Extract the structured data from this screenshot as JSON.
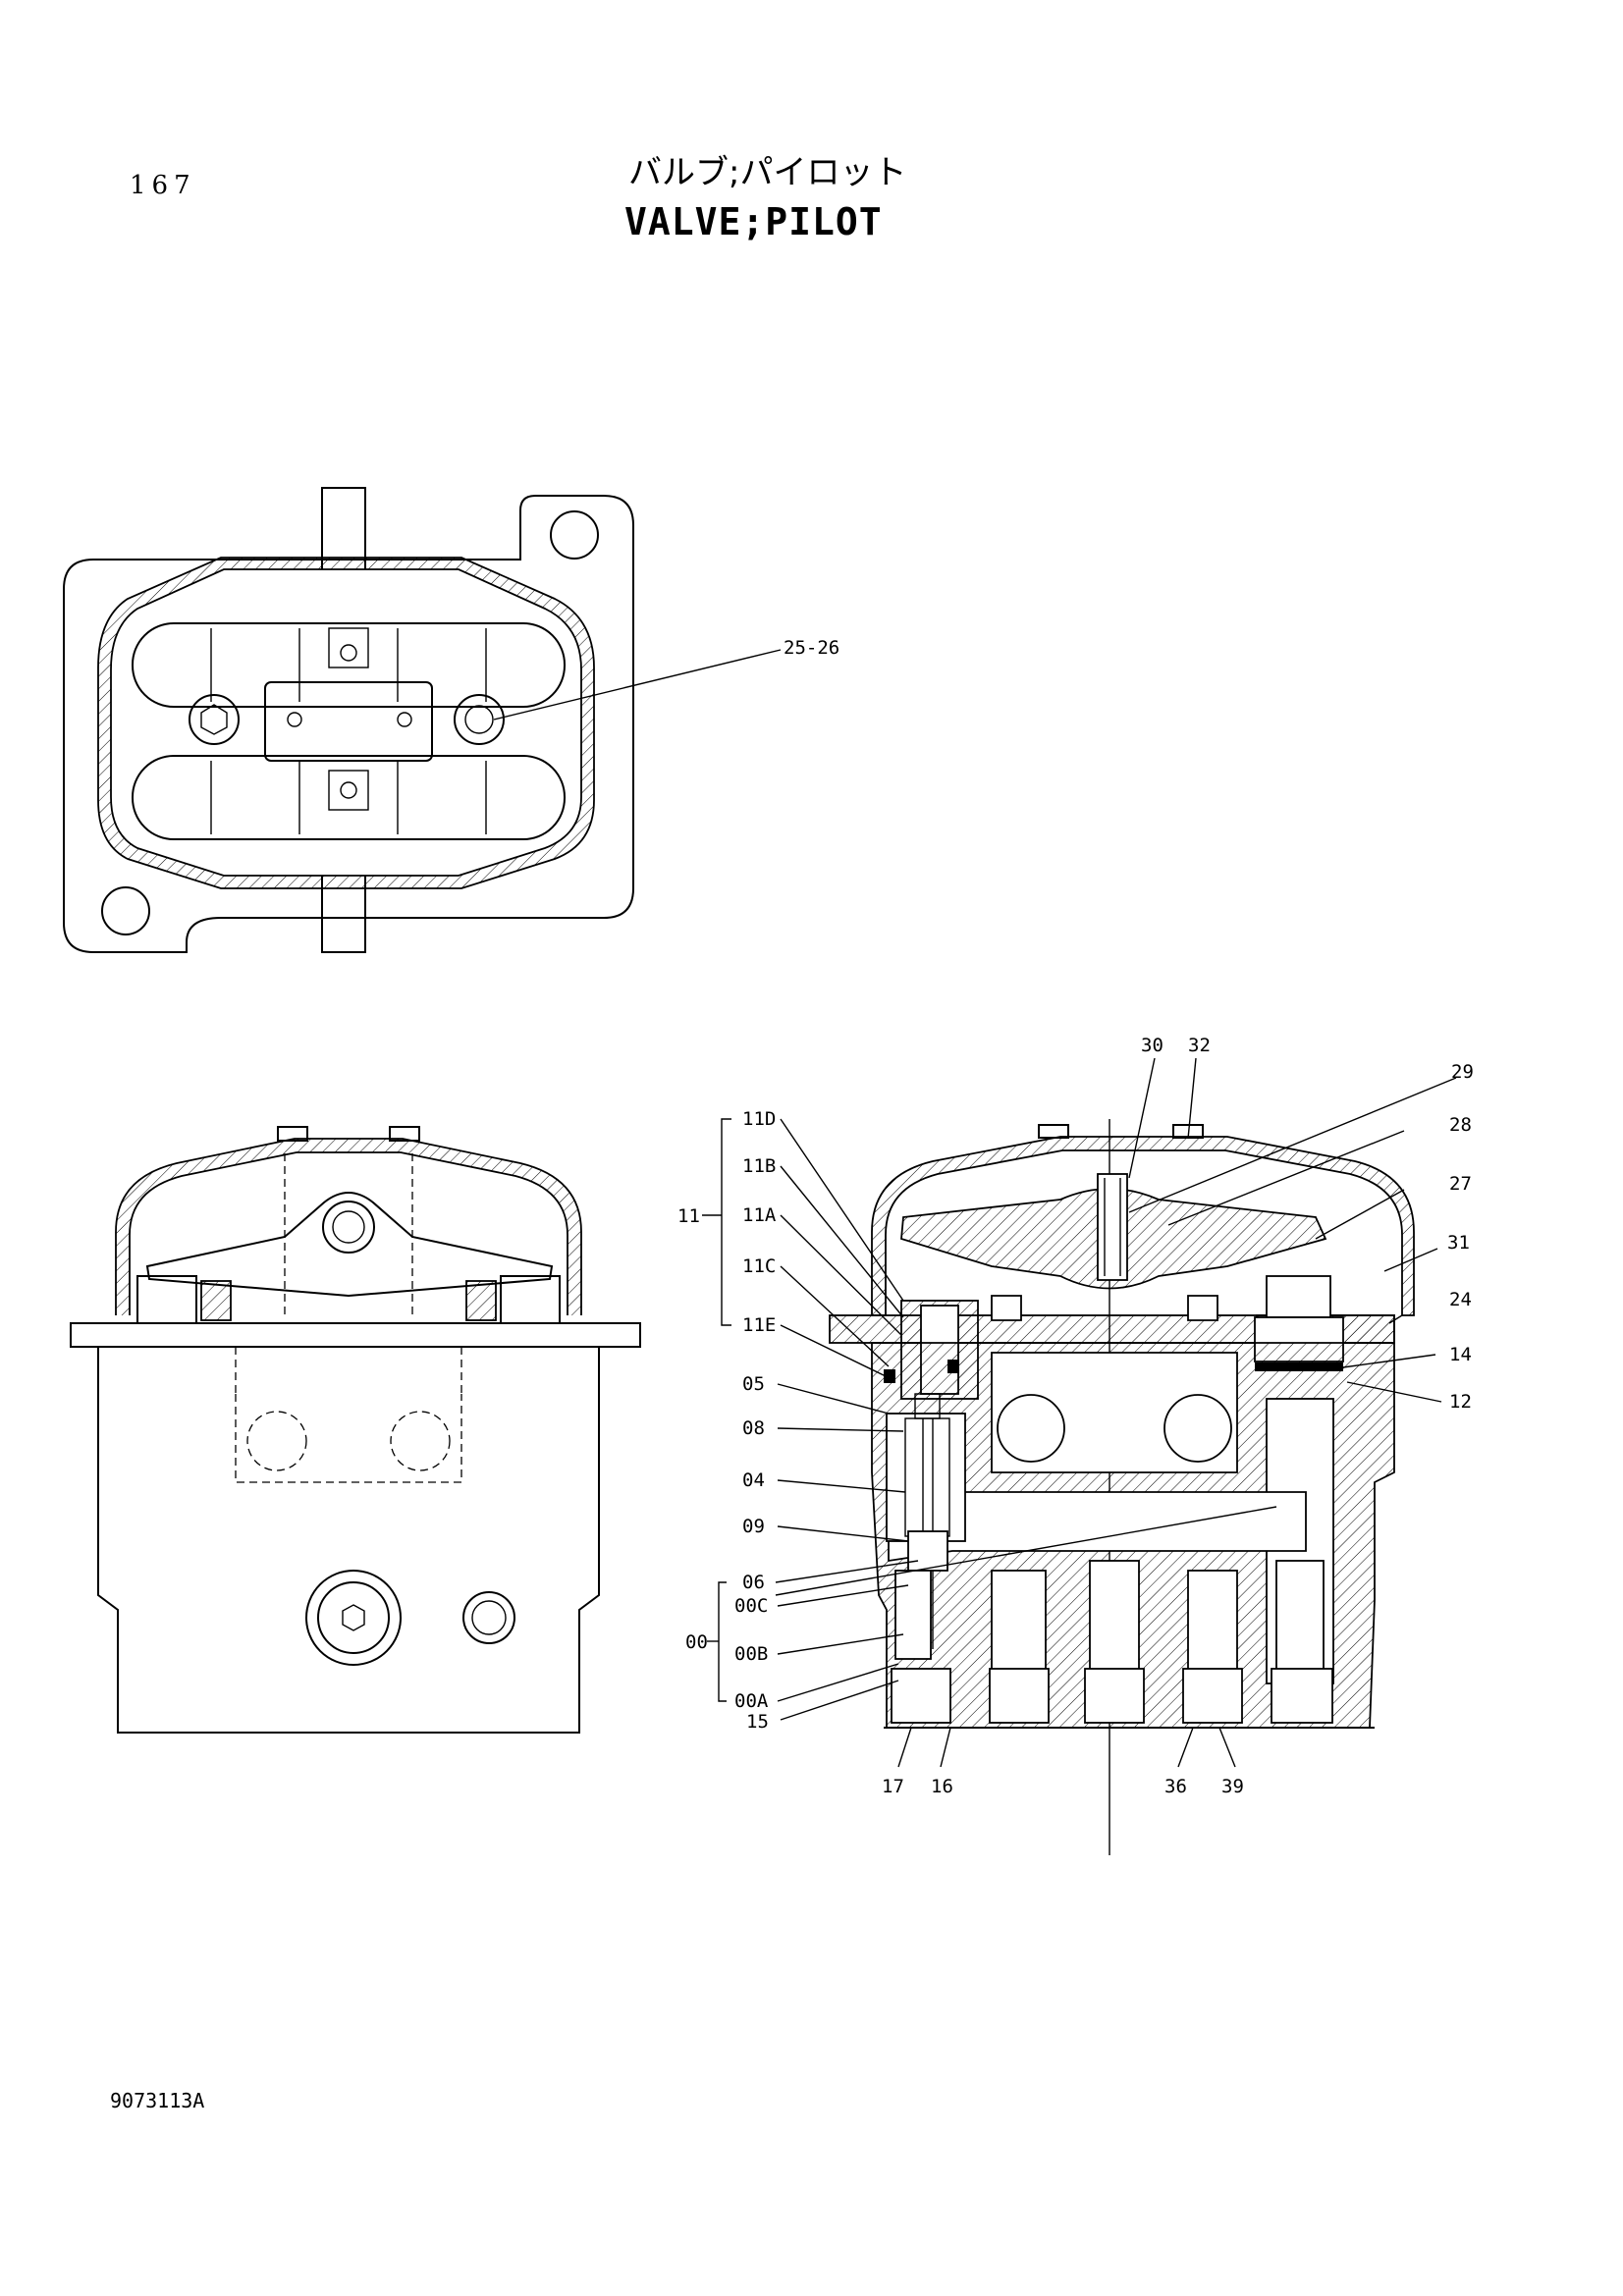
{
  "header": {
    "page_number": "167",
    "title_jp": "バルブ;パイロット",
    "title_en": "VALVE;PILOT"
  },
  "footer": {
    "drawing_number": "9073113A"
  },
  "callouts": {
    "top_view": [
      "25-26"
    ],
    "section_top": [
      "30",
      "32",
      "29",
      "28",
      "27",
      "31",
      "24",
      "14",
      "12"
    ],
    "section_left": [
      "11D",
      "11B",
      "11A",
      "11C",
      "11E",
      "05",
      "08",
      "04",
      "09",
      "06",
      "00C",
      "00B",
      "00A",
      "15"
    ],
    "section_groups": [
      "11",
      "00"
    ],
    "section_bottom": [
      "17",
      "16",
      "36",
      "39"
    ]
  }
}
